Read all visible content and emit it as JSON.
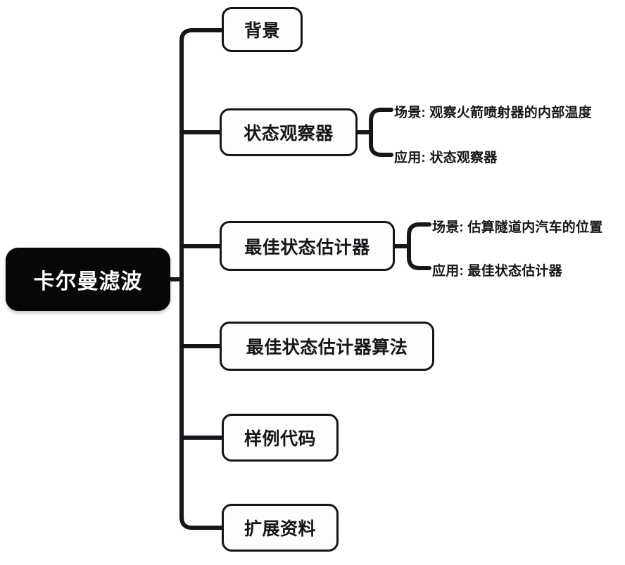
{
  "diagram": {
    "type": "mind-map",
    "orientation": "left-to-right",
    "root": {
      "label": "卡尔曼滤波",
      "style": {
        "fill": "#07070a",
        "text": "#ffffff"
      }
    },
    "colors": {
      "background": "#ffffff",
      "line": "#16161a",
      "node_fill": "#fdfdfd",
      "node_border": "#16161a",
      "text": "#16161a",
      "root_fill": "#07070a",
      "root_text": "#ffffff"
    },
    "branches": [
      {
        "label": "背景",
        "children": []
      },
      {
        "label": "状态观察器",
        "children": [
          {
            "label": "场景: 观察火箭喷射器的内部温度"
          },
          {
            "label": "应用: 状态观察器"
          }
        ]
      },
      {
        "label": "最佳状态估计器",
        "children": [
          {
            "label": "场景: 估算隧道内汽车的位置"
          },
          {
            "label": "应用: 最佳状态估计器"
          }
        ]
      },
      {
        "label": "最佳状态估计器算法",
        "children": []
      },
      {
        "label": "样例代码",
        "children": []
      },
      {
        "label": "扩展资料",
        "children": []
      }
    ]
  }
}
